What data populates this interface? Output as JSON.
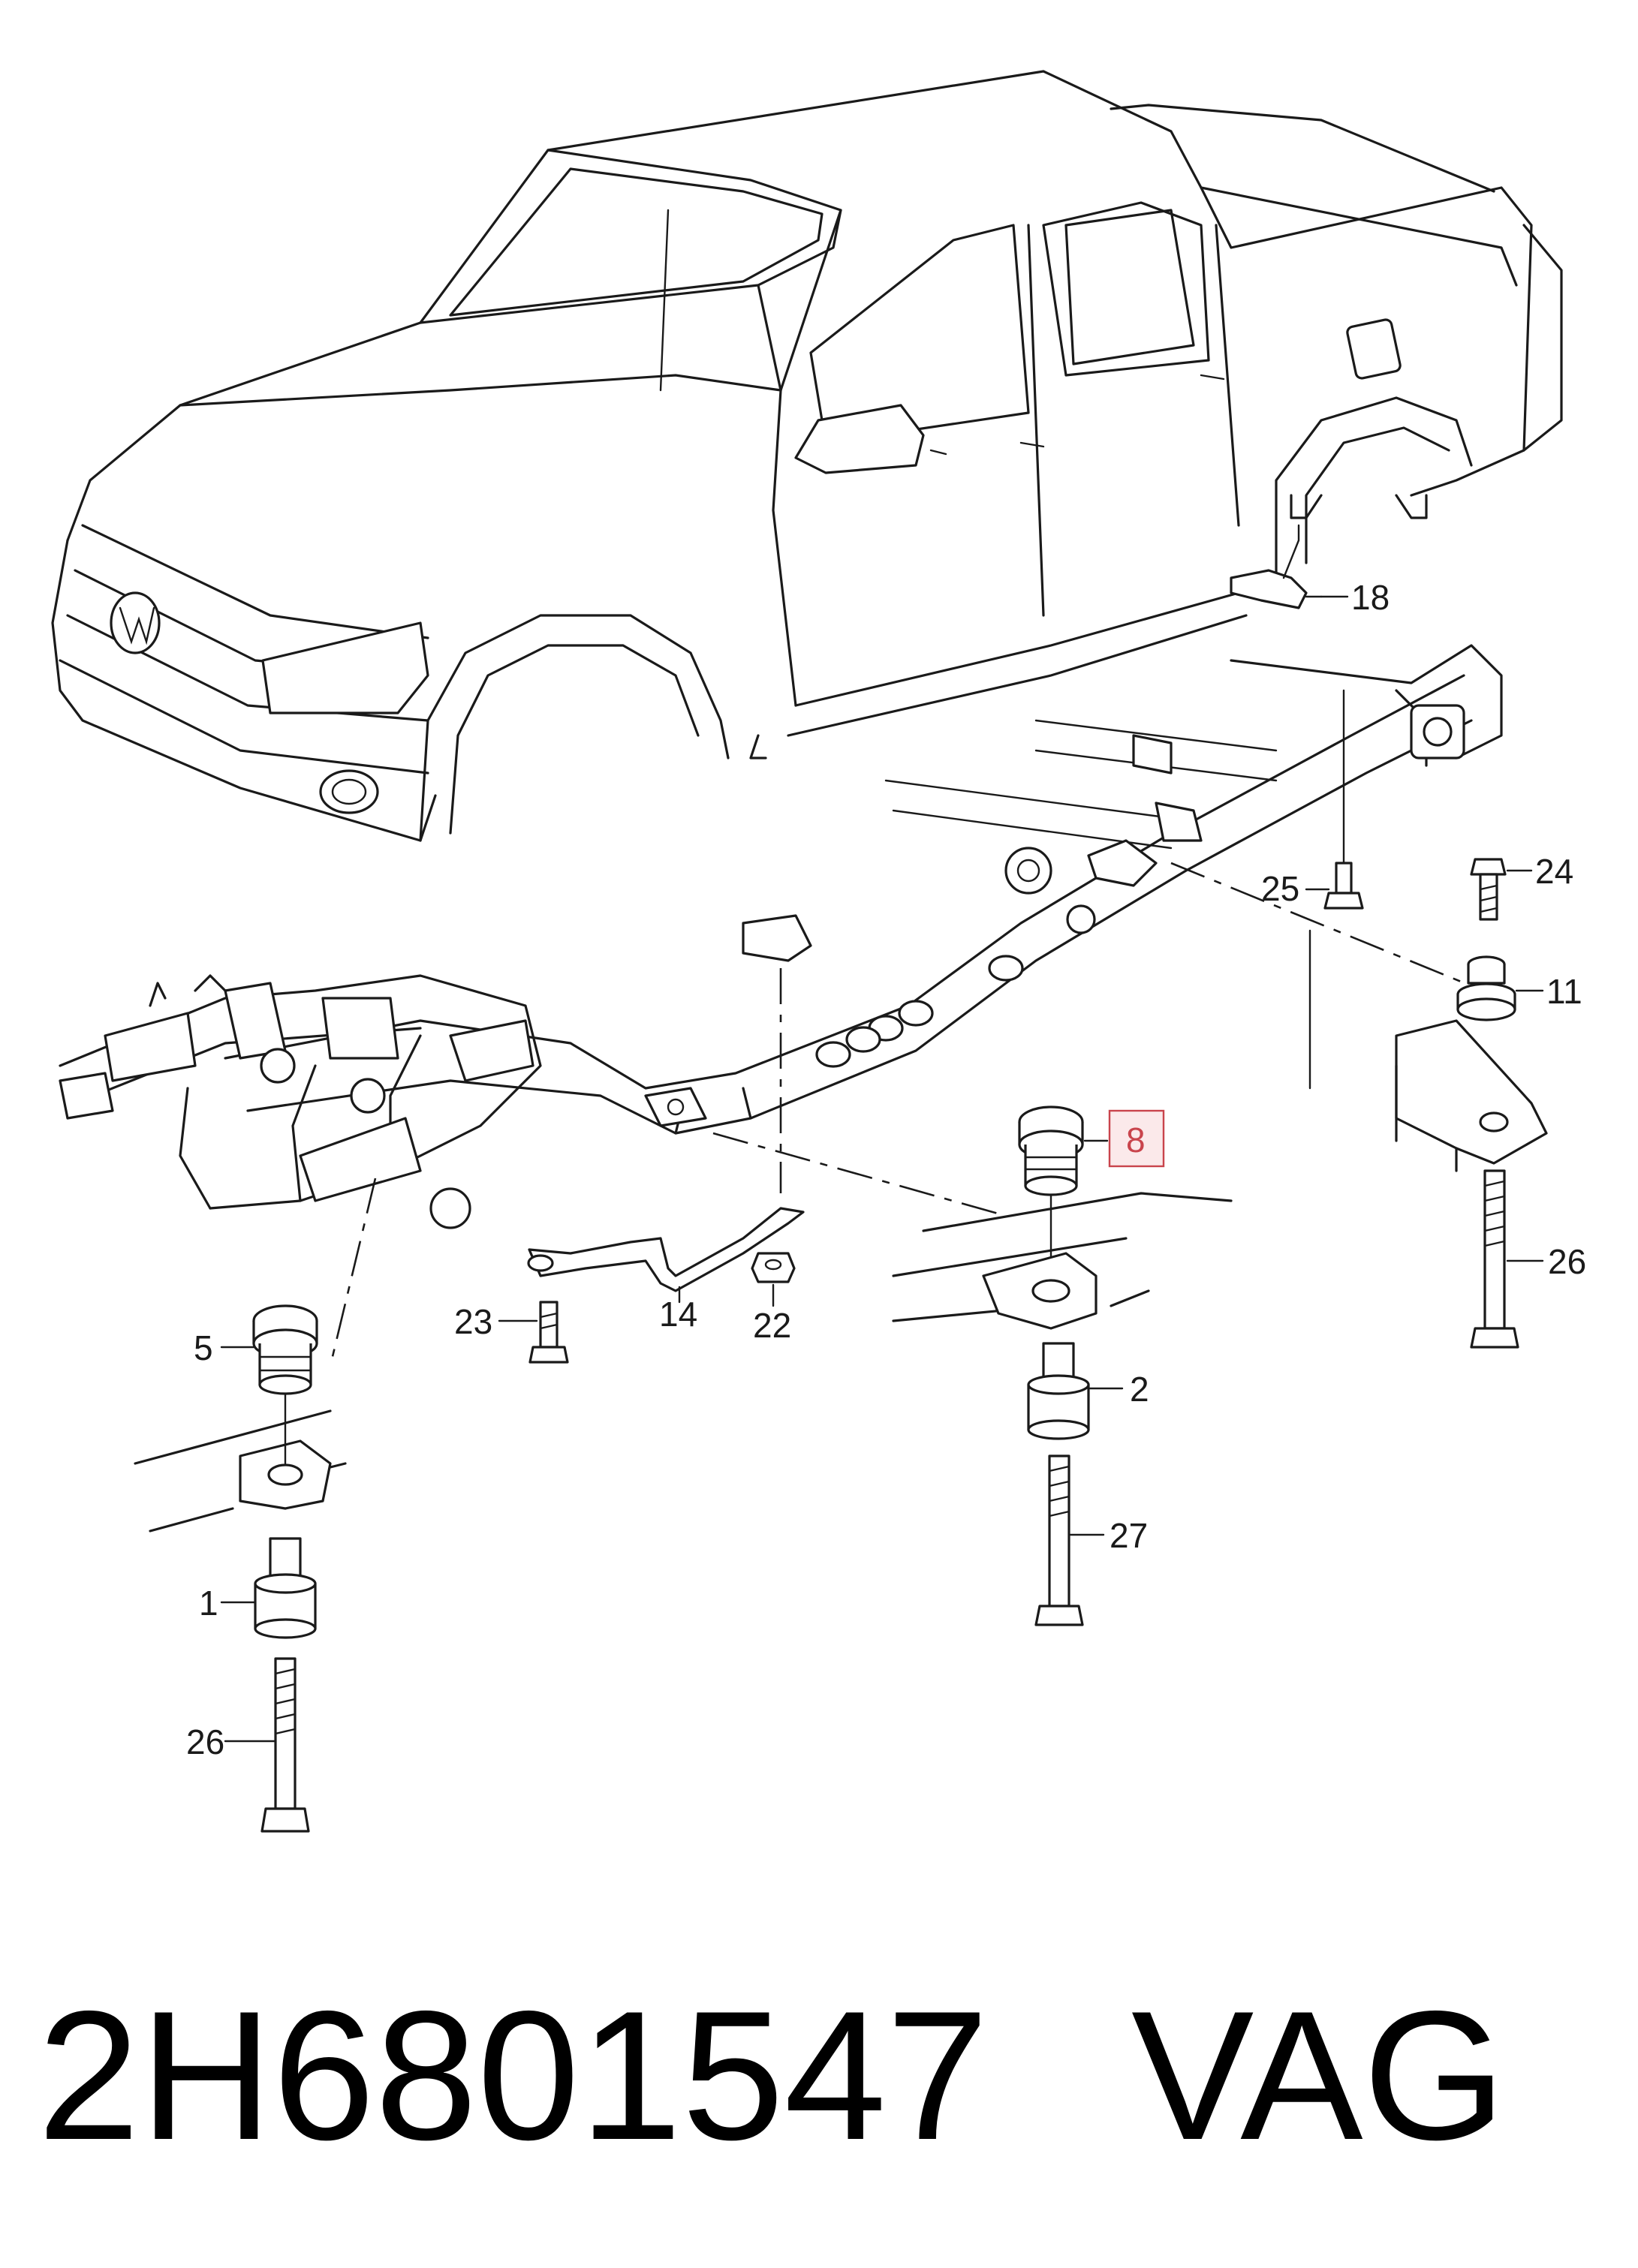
{
  "diagram": {
    "callouts": [
      {
        "id": "c1",
        "label": "18"
      },
      {
        "id": "c2",
        "label": "25"
      },
      {
        "id": "c3",
        "label": "24"
      },
      {
        "id": "c4",
        "label": "11"
      },
      {
        "id": "c5",
        "label": "8",
        "highlighted": true
      },
      {
        "id": "c6",
        "label": "26"
      },
      {
        "id": "c7",
        "label": "23"
      },
      {
        "id": "c8",
        "label": "14"
      },
      {
        "id": "c9",
        "label": "22"
      },
      {
        "id": "c10",
        "label": "5"
      },
      {
        "id": "c11",
        "label": "2"
      },
      {
        "id": "c12",
        "label": "27"
      },
      {
        "id": "c13",
        "label": "1"
      },
      {
        "id": "c14",
        "label": "26"
      }
    ],
    "highlight_color": "#c9444c",
    "highlight_fill": "#fbe9ea"
  },
  "footer": {
    "part_number": "2H6801547",
    "brand": "VAG"
  }
}
